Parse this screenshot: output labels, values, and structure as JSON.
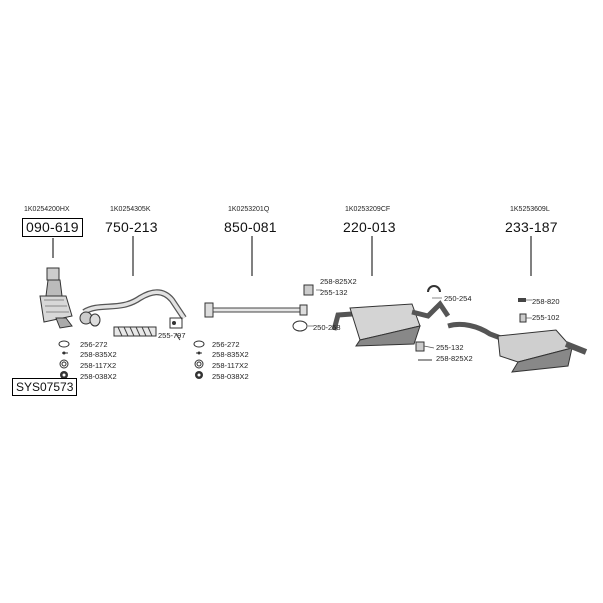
{
  "groups": [
    {
      "oe": "1K0254200HX",
      "part": "090-619"
    },
    {
      "oe": "1K0254305K",
      "part": "750-213"
    },
    {
      "oe": "1K0253201Q",
      "part": "850-081"
    },
    {
      "oe": "1K0253209CF",
      "part": "220-013"
    },
    {
      "oe": "1K5253609L",
      "part": "233-187"
    }
  ],
  "labels": {
    "g1_a": "256-272",
    "g1_b": "258-835X2",
    "g1_c": "258-117X2",
    "g1_d": "258-038X2",
    "g2_a": "255-797",
    "g3_a": "256-272",
    "g3_b": "258-835X2",
    "g3_c": "258-117X2",
    "g3_d": "258-038X2",
    "g4_a": "258-825X2",
    "g4_b": "255-132",
    "g4_c": "250-258",
    "g4_d": "250-254",
    "g4_e": "255-132",
    "g4_f": "258-825X2",
    "g5_a": "258-820",
    "g5_b": "255-102"
  },
  "system_code": "SYS07573",
  "colors": {
    "line": "#000000",
    "part_fill": "#dddddd",
    "part_dark": "#777777"
  }
}
